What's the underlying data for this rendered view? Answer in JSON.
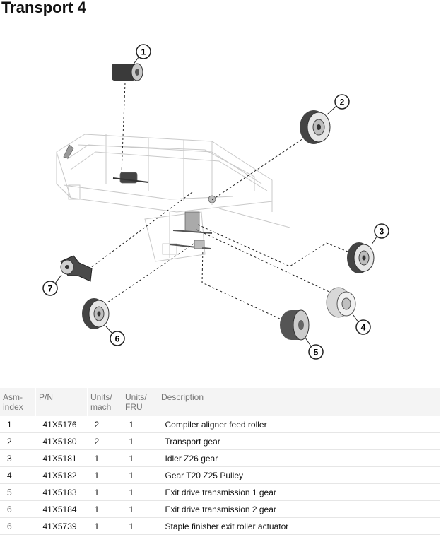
{
  "title": "Transport 4",
  "callouts": [
    "1",
    "2",
    "3",
    "4",
    "5",
    "6",
    "7"
  ],
  "table": {
    "headers": [
      "Asm-\nindex",
      "P/N",
      "Units/\nmach",
      "Units/\nFRU",
      "Description"
    ],
    "rows": [
      [
        "1",
        "41X5176",
        "2",
        "1",
        "Compiler aligner feed roller"
      ],
      [
        "2",
        "41X5180",
        "2",
        "1",
        "Transport gear"
      ],
      [
        "3",
        "41X5181",
        "1",
        "1",
        "Idler Z26 gear"
      ],
      [
        "4",
        "41X5182",
        "1",
        "1",
        "Gear T20 Z25 Pulley"
      ],
      [
        "5",
        "41X5183",
        "1",
        "1",
        "Exit drive transmission 1 gear"
      ],
      [
        "6",
        "41X5184",
        "1",
        "1",
        "Exit drive transmission 2 gear"
      ],
      [
        "6",
        "41X5739",
        "1",
        "1",
        "Staple finisher exit roller actuator"
      ]
    ]
  }
}
